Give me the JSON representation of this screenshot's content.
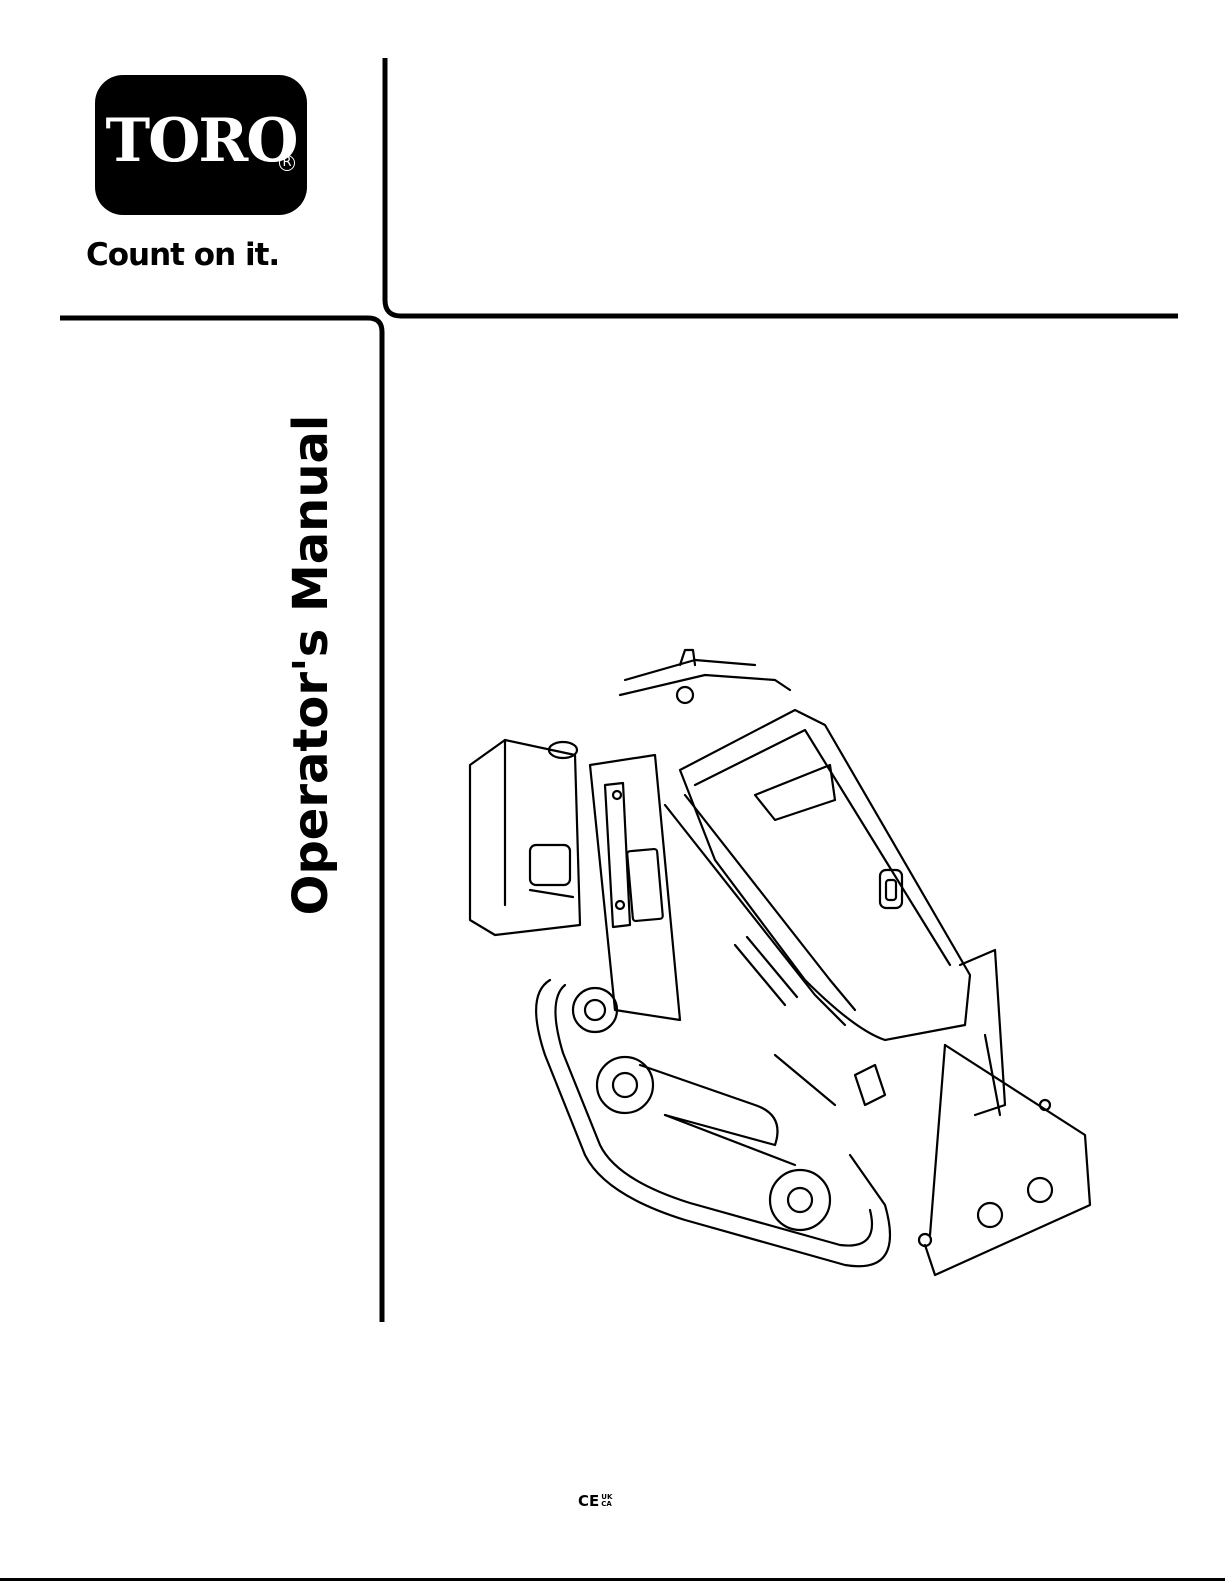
{
  "brand": {
    "logo_text": "TORO",
    "registered_mark": "R",
    "tagline": "Count on it."
  },
  "cover": {
    "title": "Operator's Manual",
    "illustration": "compact-track-loader-line-drawing"
  },
  "certification": {
    "ce": "CE",
    "ukca_line1": "UK",
    "ukca_line2": "CA"
  }
}
